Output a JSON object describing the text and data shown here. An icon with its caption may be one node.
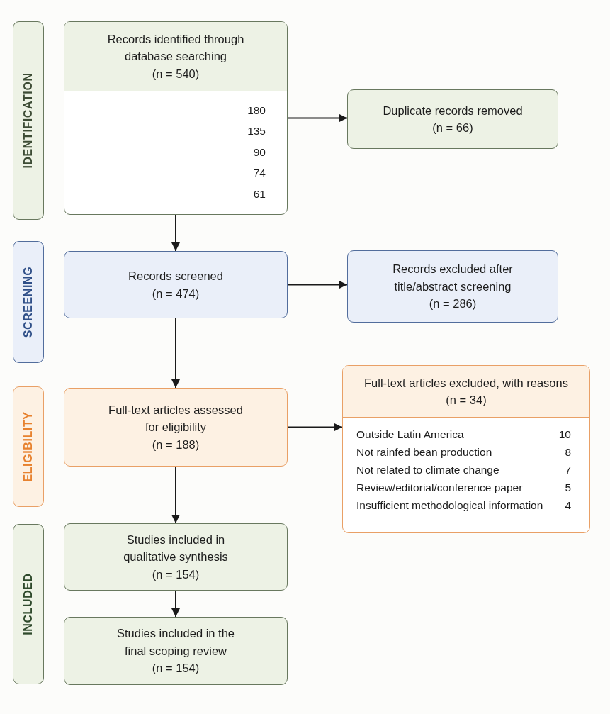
{
  "diagram": {
    "nodes": [
      {
        "text": [
          "IDENTIFICATION"
        ]
      },
      {
        "text": [
          "Records identified through database searching",
          "(n = 540)",
          "180",
          "135",
          "90",
          "74",
          "61"
        ]
      },
      {
        "text": [
          "Duplicate records removed",
          "(n = 66)"
        ]
      },
      {
        "text": [
          "SCREENING"
        ]
      },
      {
        "text": [
          "Records screened",
          "(n = 474)"
        ]
      },
      {
        "text": [
          "Records excluded after title/abstract screening",
          "(n = 286)"
        ]
      },
      {
        "text": [
          "ELIGIBILITY"
        ]
      },
      {
        "text": [
          "Full-text articles assessed for eligibility",
          "(n = 188)"
        ]
      },
      {
        "text": [
          "Full-text articles excluded, with reasons",
          "(n = 34)",
          "Outside Latin America",
          "10",
          "Not rainfed bean production",
          "8",
          "Not related to climate change",
          "7",
          "Review/editorial/conference paper",
          "5",
          "Insufficient methodological information",
          "4"
        ]
      },
      {
        "text": [
          "INCLUDED"
        ]
      },
      {
        "text": [
          "Studies included in qualitative synthesis",
          "(n = 154)"
        ]
      },
      {
        "text": [
          "Studies included in the final scoping review",
          "(n = 154)"
        ]
      }
    ],
    "edges": [
      {
        "from": 1,
        "to": 2,
        "arrow": "to"
      },
      {
        "from": 1,
        "to": 4,
        "arrow": "to"
      },
      {
        "from": 4,
        "to": 5,
        "arrow": "to"
      },
      {
        "from": 4,
        "to": 7,
        "arrow": "to"
      },
      {
        "from": 7,
        "to": 8,
        "arrow": "to"
      },
      {
        "from": 7,
        "to": 10,
        "arrow": "to"
      },
      {
        "from": 10,
        "to": 11,
        "arrow": "to"
      }
    ]
  }
}
